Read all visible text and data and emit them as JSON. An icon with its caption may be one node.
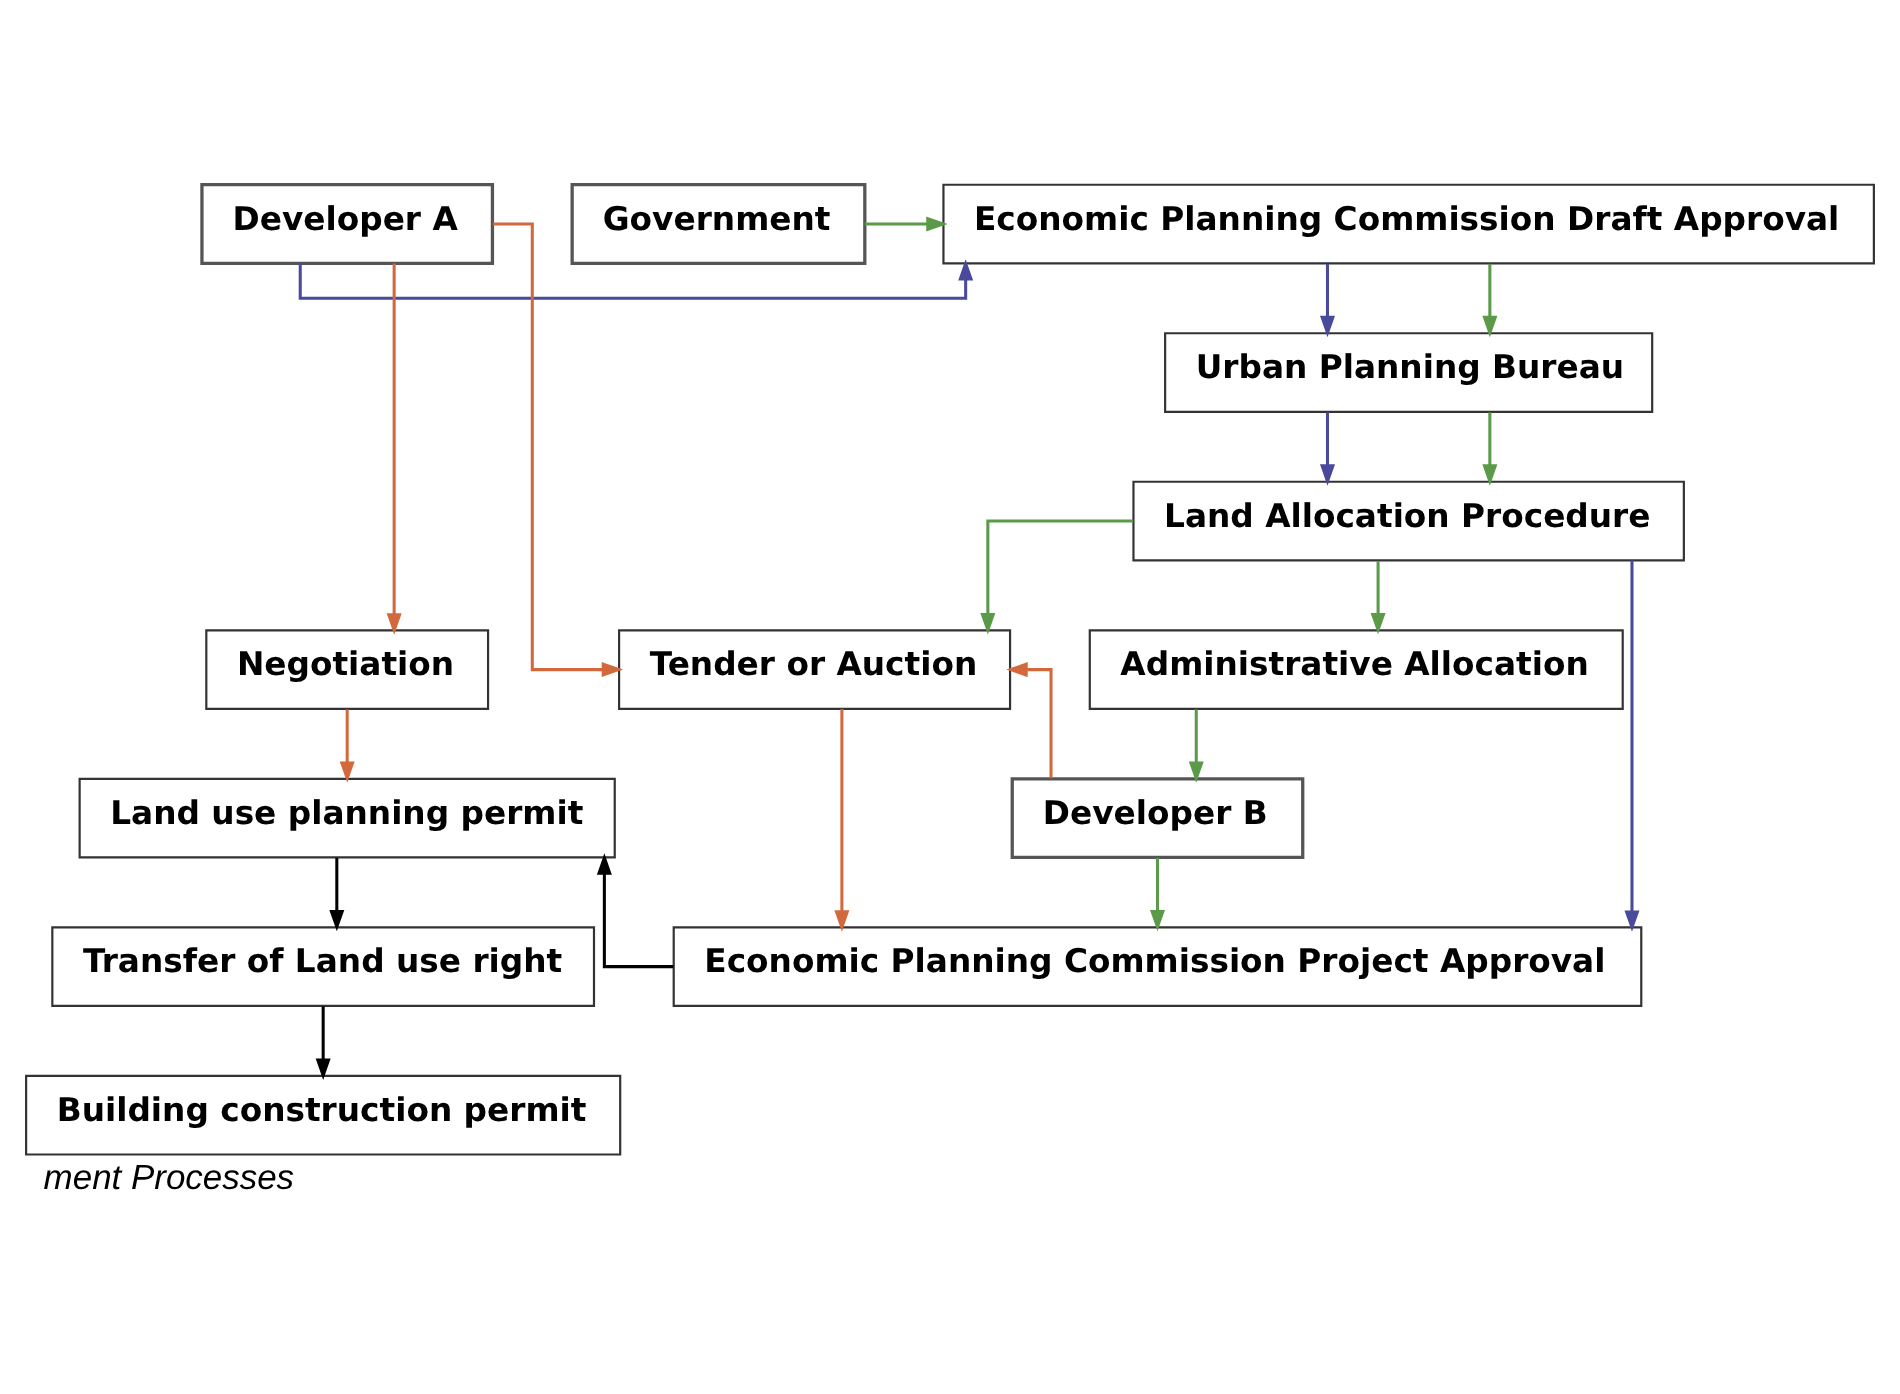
{
  "diagram": {
    "caption": "ment Processes",
    "nodes": [
      {
        "text": [
          "Developer A"
        ]
      },
      {
        "text": [
          "Economic Planning Commission Draft Approval"
        ]
      },
      {
        "text": [
          "Government"
        ]
      },
      {
        "text": [
          "Urban Planning Bureau"
        ]
      },
      {
        "text": [
          "Land Allocation Procedure"
        ]
      },
      {
        "text": [
          "Negotiation"
        ]
      },
      {
        "text": [
          "Tender or Auction"
        ]
      },
      {
        "text": [
          "Administrative Allocation"
        ]
      },
      {
        "text": [
          "Economic Planning Commission Project Approval"
        ]
      },
      {
        "text": [
          "Land use planning permit"
        ]
      },
      {
        "text": [
          "Developer B"
        ]
      },
      {
        "text": [
          "Transfer of Land use right"
        ]
      },
      {
        "text": [
          "Building construction permit"
        ]
      }
    ],
    "edges": [
      {
        "from": 0,
        "to": 1,
        "arrow": "to",
        "color": "#4a4a9c"
      },
      {
        "from": 2,
        "to": 1,
        "arrow": "to"
      },
      {
        "from": 1,
        "to": 3,
        "arrow": "to",
        "color": "#4a4a9c"
      },
      {
        "from": 1,
        "to": 3,
        "arrow": "to"
      },
      {
        "from": 3,
        "to": 4,
        "arrow": "to",
        "color": "#4a4a9c"
      },
      {
        "from": 3,
        "to": 4,
        "arrow": "to"
      },
      {
        "from": 0,
        "to": 5,
        "arrow": "to",
        "color": "#d2693c"
      },
      {
        "from": 0,
        "to": 6,
        "arrow": "to",
        "color": "#d2693c"
      },
      {
        "from": 4,
        "to": 6,
        "arrow": "to"
      },
      {
        "from": 4,
        "to": 7,
        "arrow": "to"
      },
      {
        "from": 4,
        "to": 8,
        "arrow": "to",
        "color": "#4a4a9c"
      },
      {
        "from": 6,
        "to": 8,
        "arrow": "to",
        "color": "#d2693c"
      },
      {
        "from": 10,
        "to": 6,
        "arrow": "to",
        "color": "#d2693c"
      },
      {
        "from": 7,
        "to": 10,
        "arrow": "to"
      },
      {
        "from": 10,
        "to": 8,
        "arrow": "to"
      },
      {
        "from": 5,
        "to": 9,
        "arrow": "to",
        "color": "#d2693c"
      },
      {
        "from": 8,
        "to": 9,
        "arrow": "to",
        "color": "#000000"
      },
      {
        "from": 9,
        "to": 11,
        "arrow": "to",
        "color": "#000000"
      },
      {
        "from": 11,
        "to": 12,
        "arrow": "to",
        "color": "#000000"
      }
    ]
  }
}
